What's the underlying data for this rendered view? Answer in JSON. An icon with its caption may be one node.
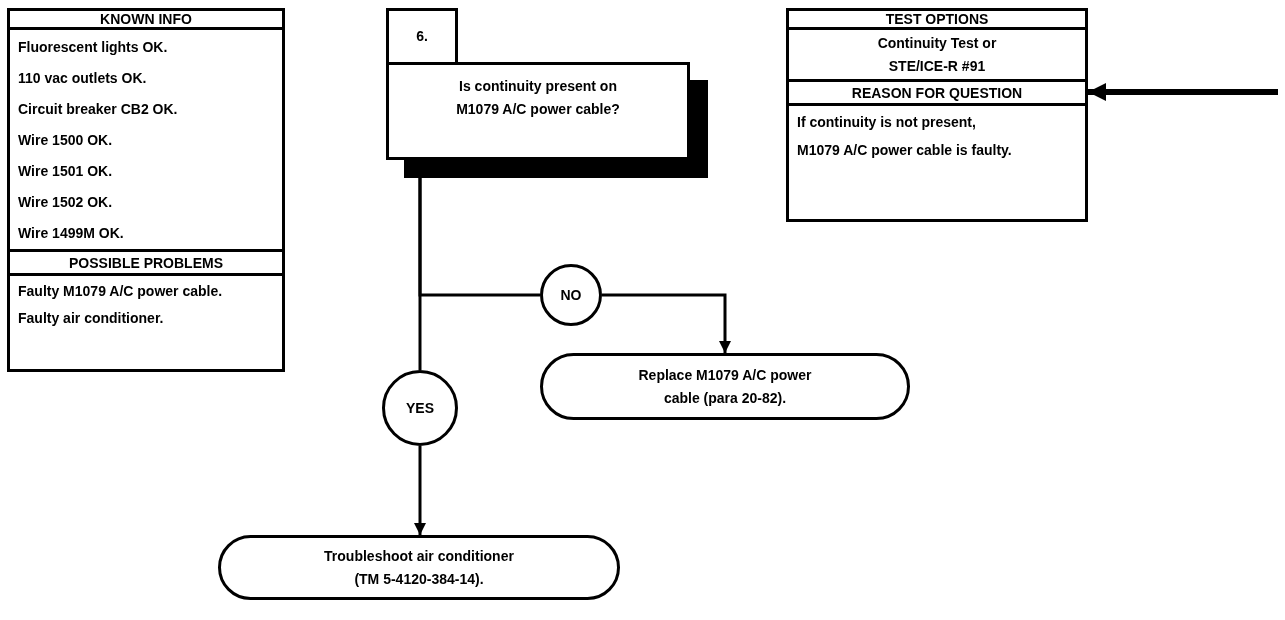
{
  "diagram": {
    "nodes": [
      {
        "text": [
          "KNOWN INFO",
          "Fluorescent lights OK.",
          "110 vac outlets OK.",
          "Circuit breaker CB2 OK.",
          "Wire 1500 OK.",
          "Wire 1501 OK.",
          "Wire 1502 OK.",
          "Wire 1499M OK."
        ]
      },
      {
        "text": [
          "POSSIBLE PROBLEMS",
          "Faulty M1079 A/C power cable.",
          "Faulty air conditioner."
        ]
      },
      {
        "text": [
          "6."
        ]
      },
      {
        "text": [
          "Is continuity present on M1079 A/C power cable?"
        ]
      },
      {
        "text": [
          "YES"
        ]
      },
      {
        "text": [
          "NO"
        ]
      },
      {
        "text": [
          "Replace M1079 A/C power cable (para 20-82)."
        ]
      },
      {
        "text": [
          "Troubleshoot air conditioner (TM 5-4120-384-14)."
        ]
      },
      {
        "text": [
          "TEST OPTIONS",
          "Continuity Test or STE/ICE-R #91"
        ]
      },
      {
        "text": [
          "REASON FOR QUESTION",
          "If continuity is not present, M1079 A/C power cable is faulty."
        ]
      }
    ],
    "edges": [
      {
        "from": 3,
        "to": 4,
        "arrow": "none"
      },
      {
        "from": 3,
        "to": 5,
        "arrow": "none"
      },
      {
        "from": 5,
        "to": 6,
        "arrow": "to"
      },
      {
        "from": 4,
        "to": 7,
        "arrow": "to"
      },
      {
        "from": null,
        "to": 9,
        "arrow": "to",
        "style": "thick"
      }
    ]
  }
}
